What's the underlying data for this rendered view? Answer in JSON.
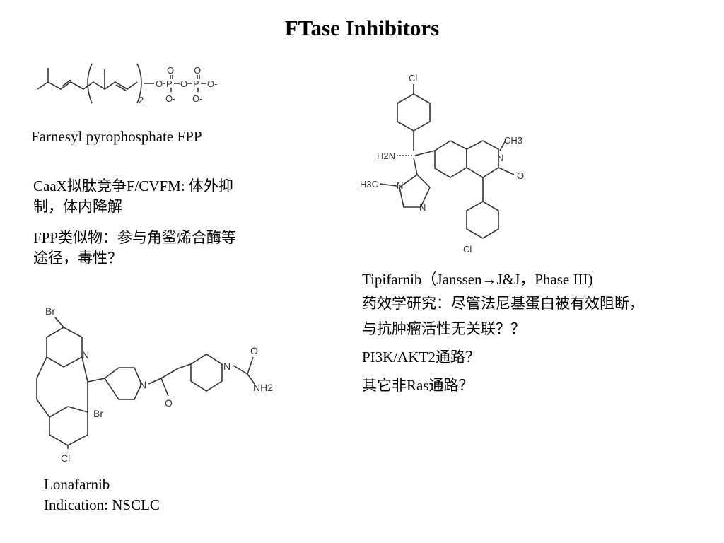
{
  "slide": {
    "title": "FTase Inhibitors"
  },
  "fpp": {
    "caption": "Farnesyl pyrophosphate FPP",
    "labels": {
      "o": "O",
      "p": "P",
      "o_minus": "O-",
      "repeat": "2"
    }
  },
  "notes_left": [
    "CaaX拟肽竞争F/CVFM: 体外抑",
    "制，体内降解",
    "FPP类似物：参与角鲨烯合酶等",
    "途径，毒性？"
  ],
  "tipifarnib": {
    "title_line": "Tipifarnib（Janssen→J&J，Phase III)",
    "notes": [
      "药效学研究：尽管法尼基蛋白被有效阻断，",
      "与抗肿瘤活性无关联？？",
      "PI3K/AKT2通路？",
      "其它非Ras通路？"
    ],
    "atoms": {
      "cl_top": "Cl",
      "cl_bottom": "Cl",
      "n_ring": "N",
      "ch3": "CH3",
      "o": "O",
      "h2n": "H2N",
      "h3c": "H3C",
      "n_imid1": "N",
      "n_imid2": "N"
    }
  },
  "lonafarnib": {
    "name": "Lonafarnib",
    "indication": "Indication: NSCLC",
    "atoms": {
      "br_top": "Br",
      "br_mid": "Br",
      "cl": "Cl",
      "n_pyr": "N",
      "n_pip": "N",
      "n_pip2": "N",
      "o_amide": "O",
      "o_urea": "O",
      "nh2": "NH2"
    }
  }
}
